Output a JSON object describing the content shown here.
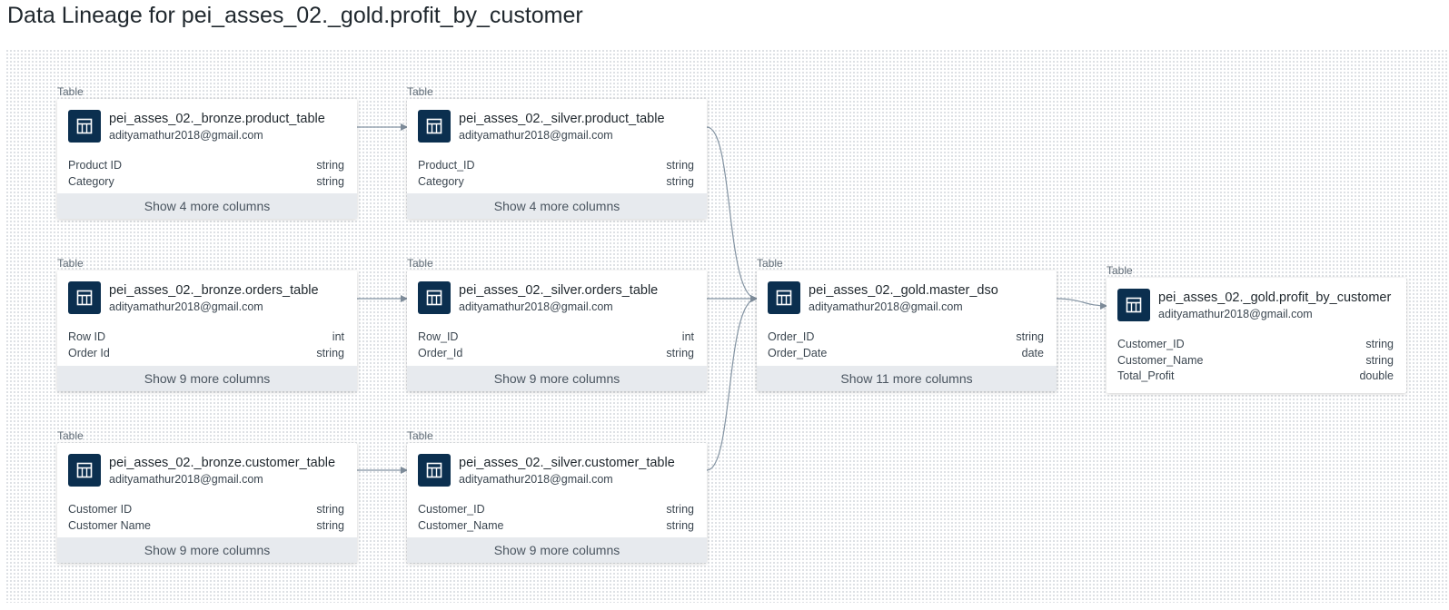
{
  "page_title": "Data Lineage for pei_asses_02._gold.profit_by_customer",
  "node_type_label": "Table",
  "nodes": [
    {
      "name": "pei_asses_02._bronze.product_table",
      "owner": "adityamathur2018@gmail.com",
      "columns": [
        {
          "name": "Product ID",
          "type": "string"
        },
        {
          "name": "Category",
          "type": "string"
        }
      ],
      "more": "Show 4 more columns"
    },
    {
      "name": "pei_asses_02._silver.product_table",
      "owner": "adityamathur2018@gmail.com",
      "columns": [
        {
          "name": "Product_ID",
          "type": "string"
        },
        {
          "name": "Category",
          "type": "string"
        }
      ],
      "more": "Show 4 more columns"
    },
    {
      "name": "pei_asses_02._bronze.orders_table",
      "owner": "adityamathur2018@gmail.com",
      "columns": [
        {
          "name": "Row ID",
          "type": "int"
        },
        {
          "name": "Order Id",
          "type": "string"
        }
      ],
      "more": "Show 9 more columns"
    },
    {
      "name": "pei_asses_02._silver.orders_table",
      "owner": "adityamathur2018@gmail.com",
      "columns": [
        {
          "name": "Row_ID",
          "type": "int"
        },
        {
          "name": "Order_Id",
          "type": "string"
        }
      ],
      "more": "Show 9 more columns"
    },
    {
      "name": "pei_asses_02._gold.master_dso",
      "owner": "adityamathur2018@gmail.com",
      "columns": [
        {
          "name": "Order_ID",
          "type": "string"
        },
        {
          "name": "Order_Date",
          "type": "date"
        }
      ],
      "more": "Show 11 more columns"
    },
    {
      "name": "pei_asses_02._gold.profit_by_customer",
      "owner": "adityamathur2018@gmail.com",
      "columns": [
        {
          "name": "Customer_ID",
          "type": "string"
        },
        {
          "name": "Customer_Name",
          "type": "string"
        },
        {
          "name": "Total_Profit",
          "type": "double"
        }
      ],
      "more": ""
    },
    {
      "name": "pei_asses_02._bronze.customer_table",
      "owner": "adityamathur2018@gmail.com",
      "columns": [
        {
          "name": "Customer ID",
          "type": "string"
        },
        {
          "name": "Customer Name",
          "type": "string"
        }
      ],
      "more": "Show 9 more columns"
    },
    {
      "name": "pei_asses_02._silver.customer_table",
      "owner": "adityamathur2018@gmail.com",
      "columns": [
        {
          "name": "Customer_ID",
          "type": "string"
        },
        {
          "name": "Customer_Name",
          "type": "string"
        }
      ],
      "more": "Show 9 more columns"
    }
  ]
}
